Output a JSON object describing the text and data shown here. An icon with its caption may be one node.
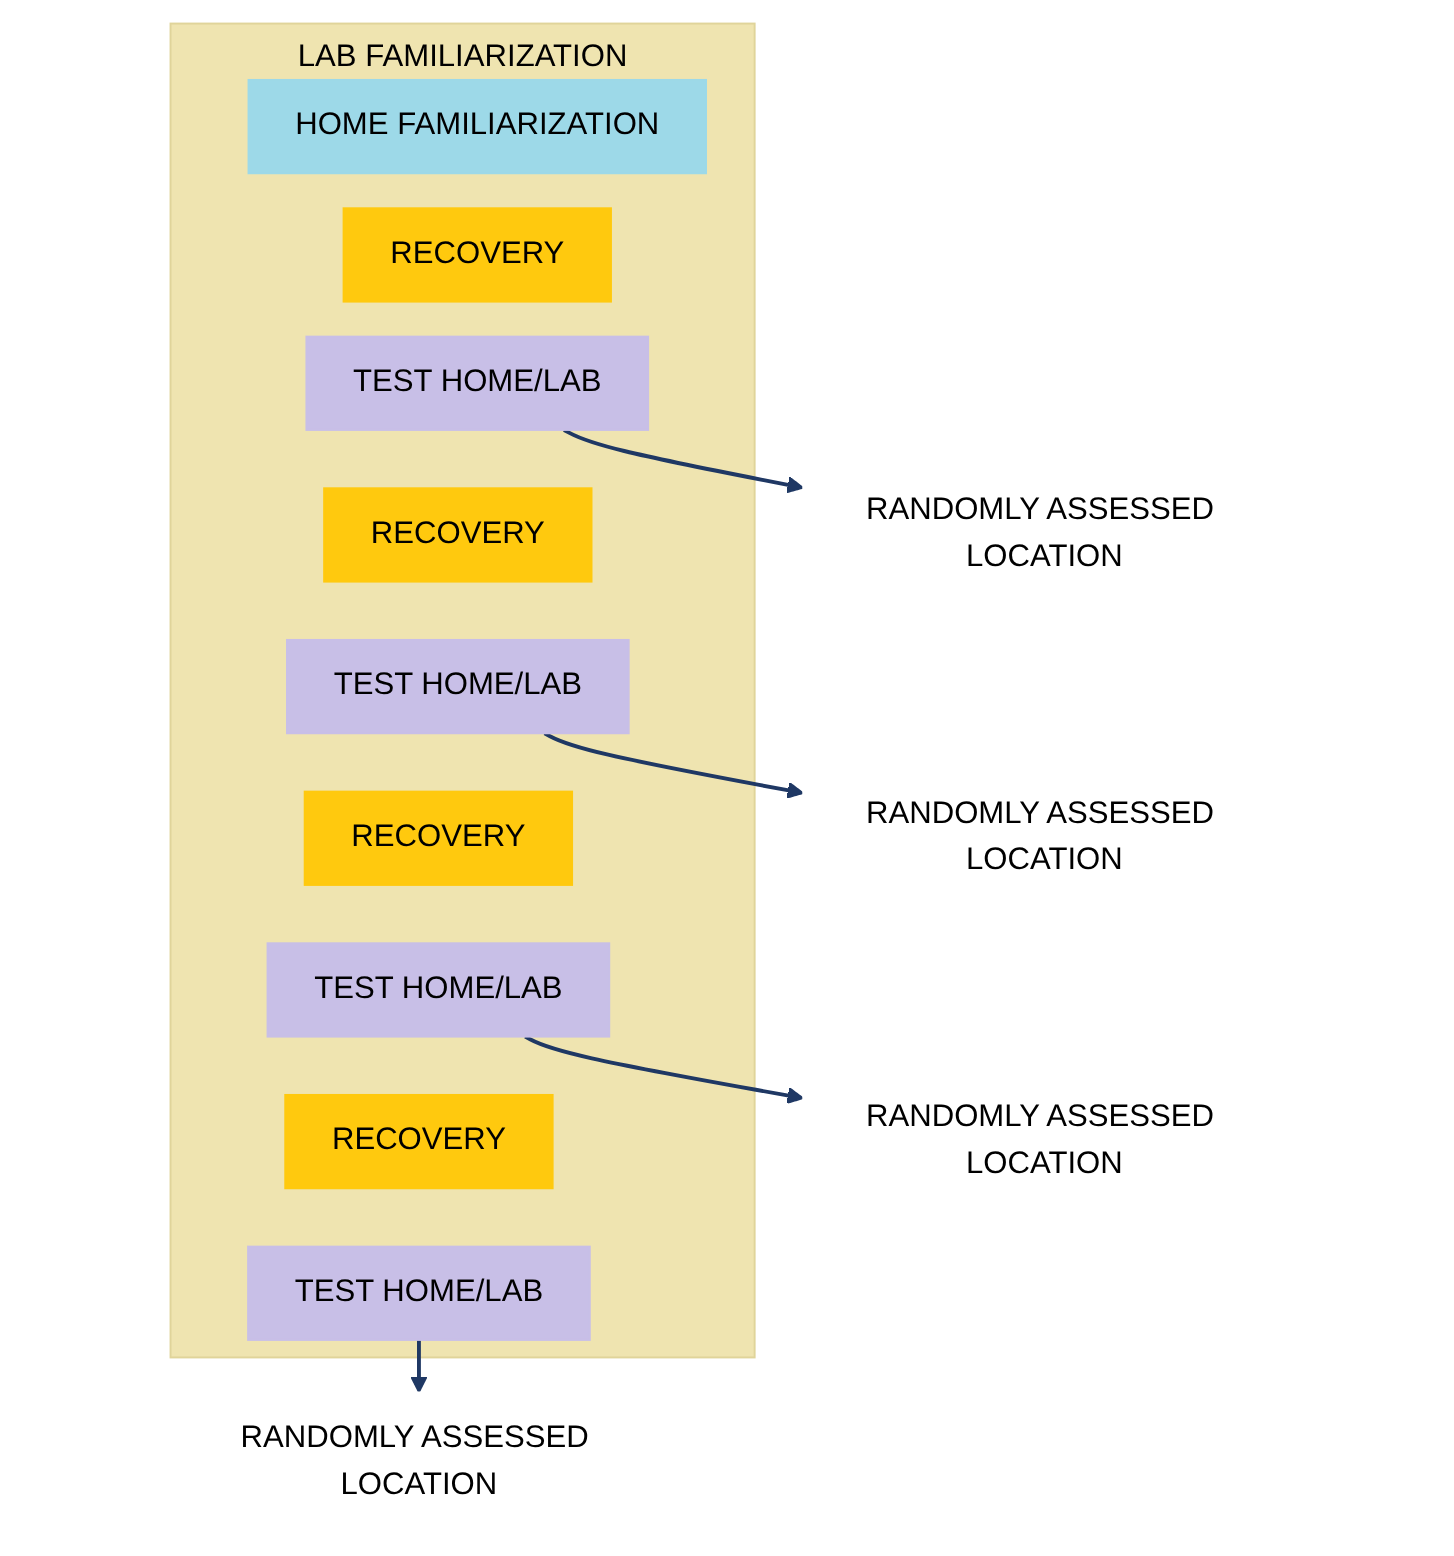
{
  "diagram": {
    "nodes": [
      {
        "text": [
          "LAB FAMILIARIZATION"
        ]
      },
      {
        "text": [
          "HOME FAMILIARIZATION"
        ],
        "in": 0
      },
      {
        "text": [
          "RECOVERY"
        ],
        "in": 0
      },
      {
        "text": [
          "TEST HOME/LAB"
        ],
        "in": 0
      },
      {
        "text": [
          "RANDOMLY ASSESSED LOCATION"
        ]
      },
      {
        "text": [
          "RECOVERY"
        ],
        "in": 0
      },
      {
        "text": [
          "TEST HOME/LAB"
        ],
        "in": 0
      },
      {
        "text": [
          "RANDOMLY ASSESSED LOCATION"
        ]
      },
      {
        "text": [
          "RECOVERY"
        ],
        "in": 0
      },
      {
        "text": [
          "TEST HOME/LAB"
        ],
        "in": 0
      },
      {
        "text": [
          "RANDOMLY ASSESSED LOCATION"
        ]
      },
      {
        "text": [
          "RECOVERY"
        ],
        "in": 0
      },
      {
        "text": [
          "TEST HOME/LAB"
        ],
        "in": 0
      },
      {
        "text": [
          "RANDOMLY ASSESSED LOCATION"
        ]
      }
    ],
    "edges": [
      {
        "from": 3,
        "to": 4,
        "arrow": "to"
      },
      {
        "from": 6,
        "to": 7,
        "arrow": "to"
      },
      {
        "from": 9,
        "to": 10,
        "arrow": "to"
      },
      {
        "from": 12,
        "to": 13,
        "arrow": "to"
      }
    ]
  }
}
